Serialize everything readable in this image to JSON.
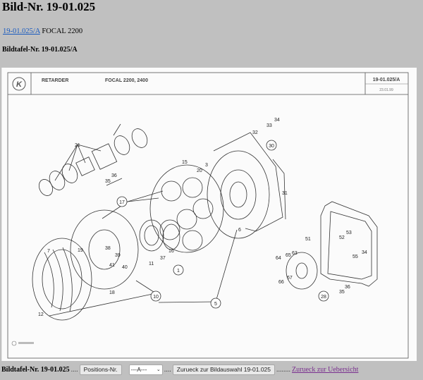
{
  "page": {
    "title": "Bild-Nr. 19-01.025",
    "sub_link": "19-01.025/A",
    "sub_text": " FOCAL 2200",
    "tafel_label": "Bildtafel-Nr. 19-01.025/A"
  },
  "drawing": {
    "header_left": "RETARDER",
    "header_model": "FOCAL 2200, 2400",
    "header_number": "19-01.025/A",
    "header_date": "23.01.99",
    "logo_letter": "K",
    "callouts": [
      "21",
      "36",
      "35",
      "17",
      "15",
      "20",
      "3",
      "32",
      "33",
      "34",
      "30",
      "31",
      "6",
      "7",
      "19",
      "38",
      "39",
      "41",
      "40",
      "18",
      "11",
      "37",
      "16",
      "10",
      "12",
      "1",
      "5",
      "51",
      "52",
      "53",
      "55",
      "34",
      "63",
      "64",
      "65",
      "66",
      "67",
      "36",
      "35",
      "28"
    ]
  },
  "toolbar": {
    "label": "Bildtafel-Nr. 19-01.025",
    "dots1": "....",
    "positions_button": "Positions-Nr.",
    "select_value": "---A---",
    "dots2": "....",
    "back_button": "Zurueck zur Bildauswahl 19-01.025",
    "dots3": "........",
    "overview_link": "Zurueck zur Uebersicht"
  }
}
